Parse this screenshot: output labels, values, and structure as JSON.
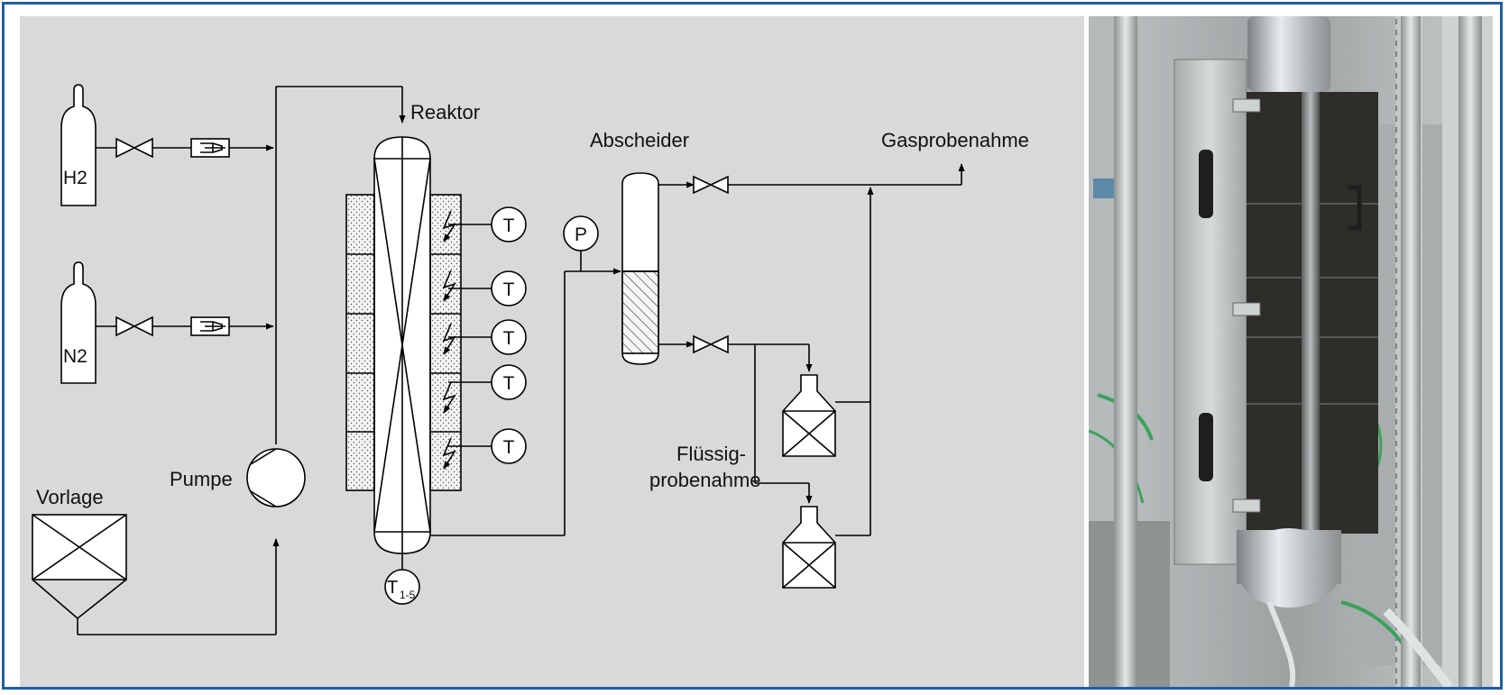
{
  "labels": {
    "h2": "H2",
    "n2": "N2",
    "vorlage": "Vorlage",
    "pumpe": "Pumpe",
    "reaktor": "Reaktor",
    "t_sensor": "T",
    "t_main": "T",
    "t_main_sub": "1-5",
    "p_sensor": "P",
    "abscheider": "Abscheider",
    "gasprobenahme": "Gasprobenahme",
    "fluessig_line1": "Flüssig-",
    "fluessig_line2": "probenahme"
  },
  "colors": {
    "frame": "#1f5fa0",
    "diagram_bg": "#d9d9d9",
    "line": "#000000"
  }
}
